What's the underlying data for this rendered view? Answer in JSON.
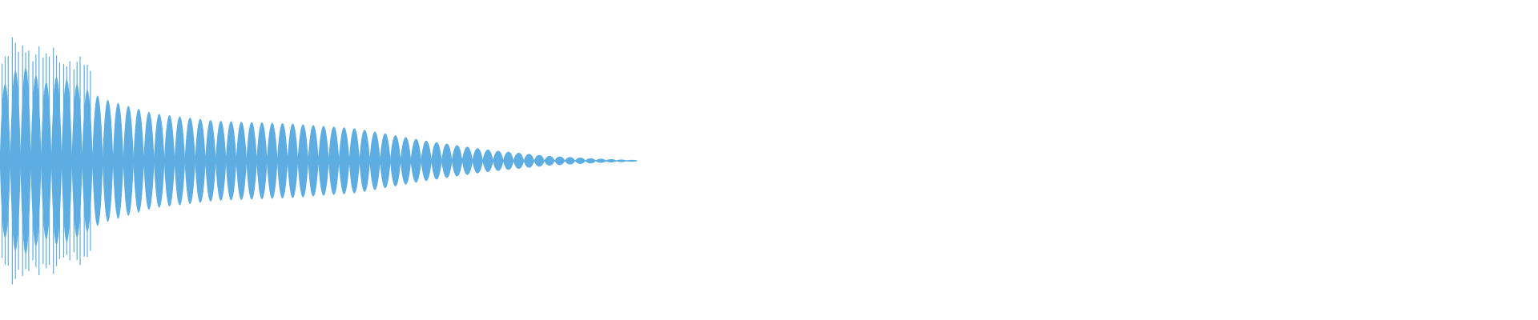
{
  "waveform": {
    "color": "#5dade2",
    "background": "#ffffff",
    "cycle_count": 62,
    "decay_profile": [
      {
        "t": 0.0,
        "amplitude": 0.92
      },
      {
        "t": 0.03,
        "amplitude": 1.0
      },
      {
        "t": 0.1,
        "amplitude": 0.88
      },
      {
        "t": 0.16,
        "amplitude": 0.66
      },
      {
        "t": 0.24,
        "amplitude": 0.5
      },
      {
        "t": 0.34,
        "amplitude": 0.42
      },
      {
        "t": 0.46,
        "amplitude": 0.39
      },
      {
        "t": 0.56,
        "amplitude": 0.34
      },
      {
        "t": 0.66,
        "amplitude": 0.22
      },
      {
        "t": 0.76,
        "amplitude": 0.12
      },
      {
        "t": 0.86,
        "amplitude": 0.05
      },
      {
        "t": 0.94,
        "amplitude": 0.02
      },
      {
        "t": 1.0,
        "amplitude": 0.005
      }
    ]
  }
}
